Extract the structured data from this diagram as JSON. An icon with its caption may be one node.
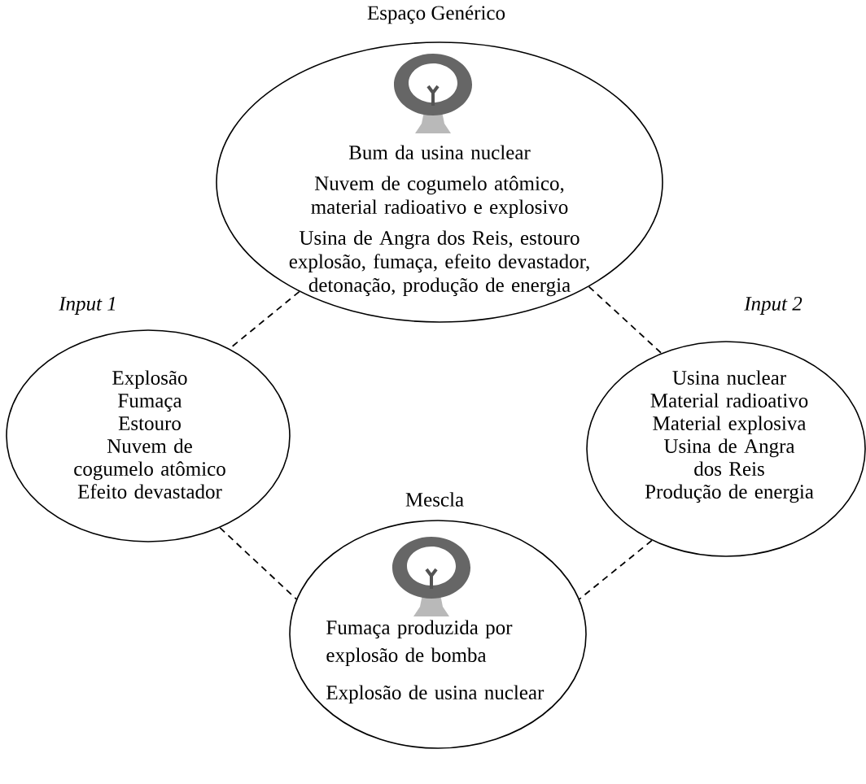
{
  "diagram": {
    "nodes": [
      {
        "text": [
          "Espaço Genérico",
          "Bum da usina nuclear",
          "Nuvem de cogumelo atômico, material radioativo e explosivo",
          "Usina de Angra dos Reis, estouro explosão, fumaça, efeito devastador, detonação, produção de energia"
        ]
      },
      {
        "text": [
          "Input 1",
          "Explosão",
          "Fumaça",
          "Estouro",
          "Nuvem de cogumelo atômico",
          "Efeito devastador"
        ]
      },
      {
        "text": [
          "Input 2",
          "Usina nuclear",
          "Material radioativo",
          "Material explosiva",
          "Usina de Angra dos Reis",
          "Produção de energia"
        ]
      },
      {
        "text": [
          "Mescla",
          "Fumaça produzida por explosão de bomba",
          "Explosão de usina nuclear"
        ]
      }
    ],
    "edges": [
      {
        "from": 0,
        "to": 1,
        "arrow": "none",
        "style": "dashed"
      },
      {
        "from": 0,
        "to": 2,
        "arrow": "none",
        "style": "dashed"
      },
      {
        "from": 1,
        "to": 3,
        "arrow": "none",
        "style": "dashed"
      },
      {
        "from": 2,
        "to": 3,
        "arrow": "none",
        "style": "dashed"
      }
    ]
  }
}
